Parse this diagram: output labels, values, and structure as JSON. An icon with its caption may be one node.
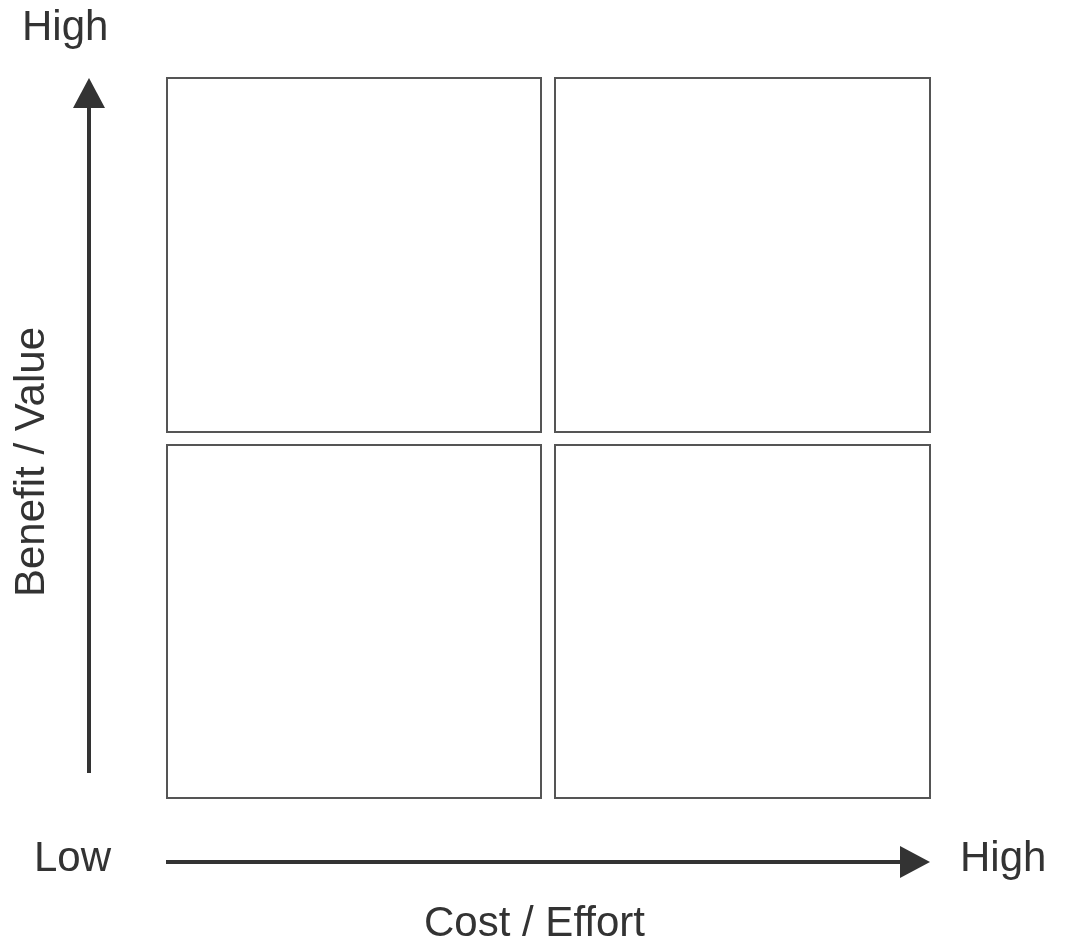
{
  "diagram": {
    "nodes": [
      {
        "text": [],
        "shape": "box"
      },
      {
        "text": [],
        "shape": "box"
      },
      {
        "text": [],
        "shape": "box"
      },
      {
        "text": [],
        "shape": "box"
      }
    ],
    "edges": [],
    "labels": [
      "High",
      "Benefit / Value",
      "Low",
      "High",
      "Cost / Effort"
    ]
  }
}
